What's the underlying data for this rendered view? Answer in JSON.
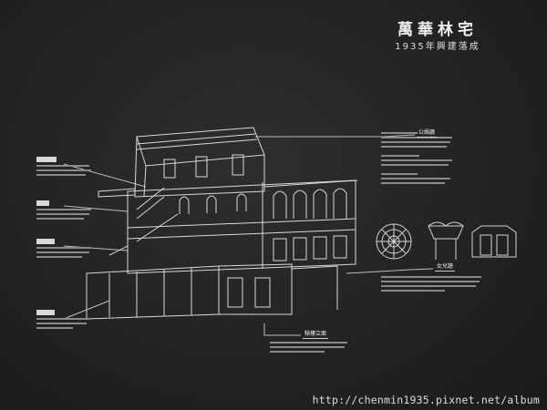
{
  "board": {
    "title": "萬華林宅",
    "subtitle": "1935年興建落成",
    "labels": {
      "roof": "公媽廳",
      "window": "女兒牆",
      "entrance": "騎樓立面"
    },
    "watermark": "http://chenmin1935.pixnet.net/album"
  },
  "colors": {
    "background": "#222222",
    "line_art": "#e0e0e0",
    "text": "#eeeeee"
  }
}
